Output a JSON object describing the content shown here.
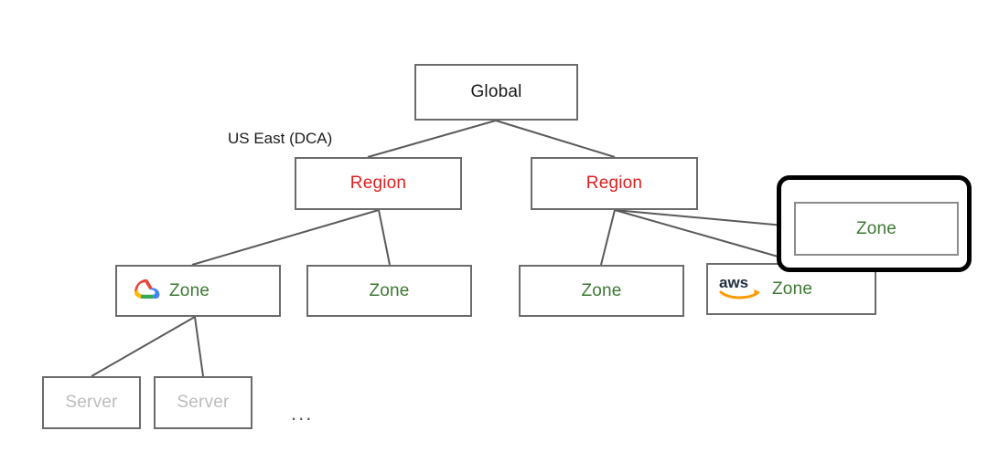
{
  "diagram": {
    "title_node": {
      "label": "Global"
    },
    "free_labels": [
      {
        "text": "US East (DCA)"
      },
      {
        "text": "..."
      }
    ],
    "levels": {
      "region_label": "Region",
      "zone_label": "Zone",
      "server_label": "Server"
    },
    "nodes": [
      {
        "id": "global",
        "label": "Global",
        "kind": "global"
      },
      {
        "id": "region-1",
        "label": "Region",
        "kind": "region"
      },
      {
        "id": "region-2",
        "label": "Region",
        "kind": "region"
      },
      {
        "id": "zone-gcp",
        "label": "Zone",
        "kind": "zone",
        "logo": "google-cloud-logo"
      },
      {
        "id": "zone-2",
        "label": "Zone",
        "kind": "zone"
      },
      {
        "id": "zone-3",
        "label": "Zone",
        "kind": "zone"
      },
      {
        "id": "zone-aws",
        "label": "Zone",
        "kind": "zone",
        "logo": "aws-logo"
      },
      {
        "id": "zone-highlighted",
        "label": "Zone",
        "kind": "zone",
        "highlighted": true
      },
      {
        "id": "server-1",
        "label": "Server",
        "kind": "server"
      },
      {
        "id": "server-2",
        "label": "Server",
        "kind": "server"
      }
    ],
    "colors": {
      "global_text": "#1b1b1b",
      "region_text": "#e02020",
      "zone_text": "#3d7a33",
      "server_text": "#bdbdbd",
      "box_border": "#6b6b6b",
      "highlight_border": "#000000",
      "edge_line": "#5a5a5a",
      "background": "#ffffff",
      "google_red": "#ea4335",
      "google_yellow": "#fbbc05",
      "google_green": "#34a853",
      "google_blue": "#4285f4",
      "aws_text": "#232f3e",
      "aws_smile": "#ff9900"
    }
  }
}
